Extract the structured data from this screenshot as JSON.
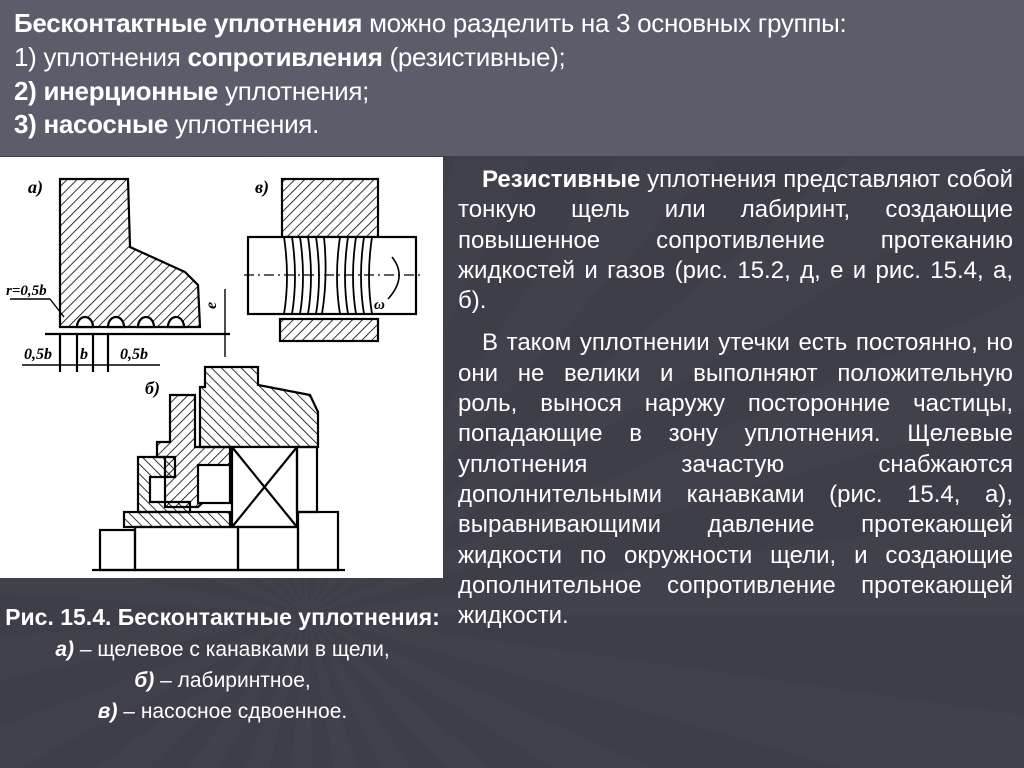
{
  "header": {
    "line1_bold": "Бесконтактные уплотнения",
    "line1_rest": " можно разделить на 3 основных группы:",
    "line2_pre": "1) уплотнения ",
    "line2_bold": "сопротивления",
    "line2_rest": " (резистивные);",
    "line3_bold": "2) инерционные",
    "line3_rest": " уплотнения;",
    "line4_bold": "3) насосные",
    "line4_rest": " уплотнения."
  },
  "figure": {
    "label_a": "а)",
    "label_b": "б)",
    "label_v": "в)",
    "dim_r": "r=0,5b",
    "dim_half_b_left": "0,5b",
    "dim_b": "b",
    "dim_half_b_right": "0,5b",
    "dim_e": "e",
    "omega": "ω"
  },
  "caption": {
    "title": "Рис. 15.4. Бесконтактные уплотнения:",
    "items": [
      {
        "key": "а)",
        "text": " – щелевое с канавками в щели,"
      },
      {
        "key": "б)",
        "text": " – лабиринтное,"
      },
      {
        "key": "в)",
        "text": " – насосное сдвоенное."
      }
    ]
  },
  "body": {
    "p1_bold": "Резистивные",
    "p1_rest": " уплотнения представляют собой тонкую щель или лабиринт, создающие повышенное сопротивление протеканию жидкостей и газов (рис. 15.2, д, е и рис. 15.4, а, б).",
    "p2": "В таком уплотнении утечки есть постоянно, но они не велики и выполняют положительную роль, вынося наружу посторонние частицы, попадающие в зону уплотнения. Щелевые уплотнения зачастую снабжаются дополнительными канавками (рис. 15.4, а), выравнивающими давление протекающей жидкости по окружности щели, и создающие дополнительное сопротивление протекающей жидкости."
  },
  "colors": {
    "header_bg": "#5b5d6b",
    "slide_bg": "#3d3e48",
    "text": "#ffffff"
  }
}
